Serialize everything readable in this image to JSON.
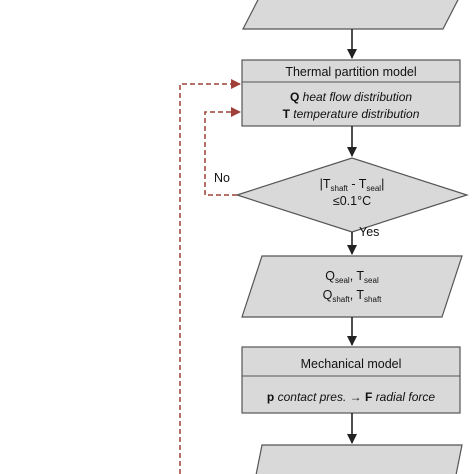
{
  "thermal_model": {
    "title": "Thermal partition model",
    "line1_symbol": "Q",
    "line1_text": "heat flow distribution",
    "line2_symbol": "T",
    "line2_text": "temperature distribution"
  },
  "decision": {
    "line1_open": "|T",
    "line1_sub1": "shaft",
    "line1_mid": " - T",
    "line1_sub2": "seal",
    "line1_close": "|",
    "line2": "≤0.1°C",
    "no_label": "No",
    "yes_label": "Yes"
  },
  "io_box": {
    "row1_q": "Q",
    "row1_q_sub": "seal",
    "row1_sep": ", T",
    "row1_t_sub": "seal",
    "row2_q": "Q",
    "row2_q_sub": "shaft",
    "row2_sep": ", T",
    "row2_t_sub": "shaft"
  },
  "mechanical_model": {
    "title": "Mechanical model",
    "line_p": "p",
    "line_p_text": "contact pres.",
    "line_arrow": "→",
    "line_f": "F",
    "line_f_text": "radial force"
  },
  "colors": {
    "box_fill": "#d9d9d9",
    "box_stroke": "#555555",
    "arrow": "#222222",
    "feedback": "#a0403a"
  }
}
